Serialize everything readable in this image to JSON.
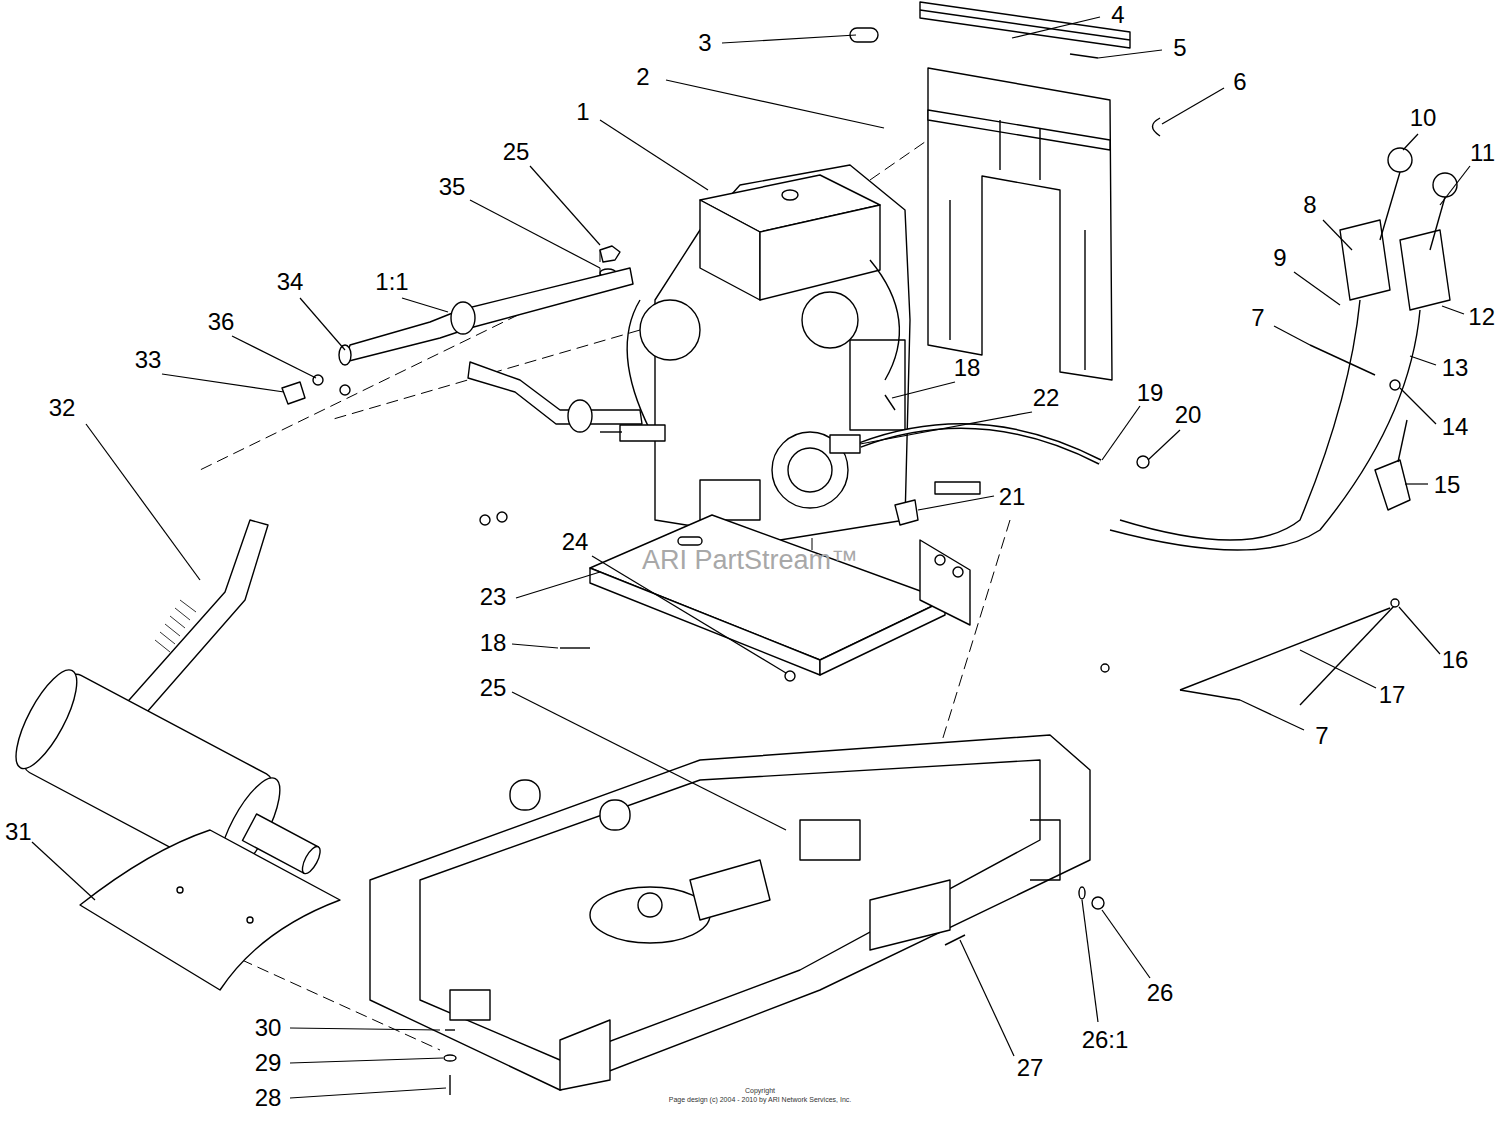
{
  "diagram": {
    "labels": [
      "3",
      "4",
      "5",
      "2",
      "6",
      "1",
      "10",
      "11",
      "8",
      "9",
      "12",
      "25",
      "35",
      "7",
      "13",
      "1:1",
      "34",
      "36",
      "33",
      "32",
      "18",
      "22",
      "19",
      "20",
      "14",
      "21",
      "15",
      "24",
      "23",
      "16",
      "18",
      "17",
      "25",
      "7",
      "31",
      "26",
      "26:1",
      "27",
      "30",
      "29",
      "28",
      "ARI PartStream™",
      "Copyright",
      "Page design (c) 2004 - 2010 by ARI Network Services, Inc."
    ]
  }
}
